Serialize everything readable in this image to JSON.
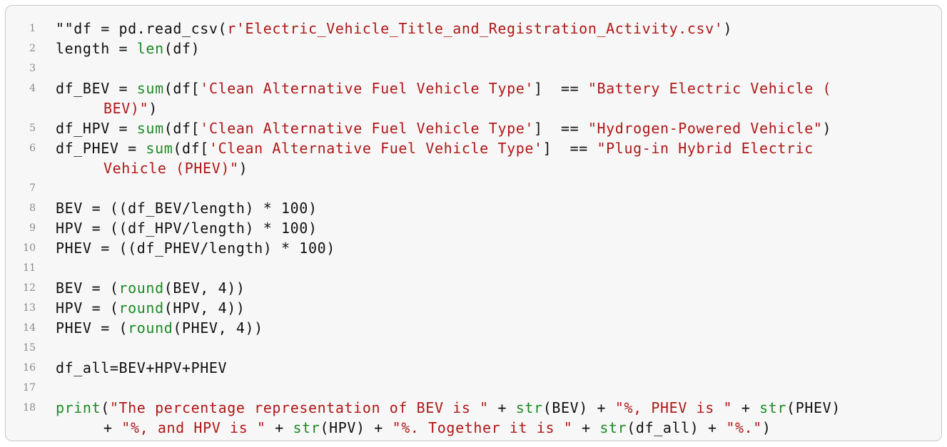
{
  "code": {
    "line_numbers": [
      "1",
      "2",
      "3",
      "4",
      "5",
      "6",
      "7",
      "8",
      "9",
      "10",
      "11",
      "12",
      "13",
      "14",
      "15",
      "16",
      "17",
      "18"
    ],
    "l1": {
      "a": "\"\"df = pd.read_csv(",
      "b": "r'Electric_Vehicle_Title_and_Registration_Activity.csv'",
      "c": ")"
    },
    "l2": {
      "a": "length = ",
      "b": "len",
      "c": "(df)"
    },
    "l4": {
      "a": "df_BEV = ",
      "b": "sum",
      "c": "(df[",
      "d": "'Clean Alternative Fuel Vehicle Type'",
      "e": "]  == ",
      "f": "\"Battery Electric Vehicle (",
      "g": "BEV)\"",
      "h": ")"
    },
    "l5": {
      "a": "df_HPV = ",
      "b": "sum",
      "c": "(df[",
      "d": "'Clean Alternative Fuel Vehicle Type'",
      "e": "]  == ",
      "f": "\"Hydrogen-Powered Vehicle\"",
      "g": ")"
    },
    "l6": {
      "a": "df_PHEV = ",
      "b": "sum",
      "c": "(df[",
      "d": "'Clean Alternative Fuel Vehicle Type'",
      "e": "]  == ",
      "f": "\"Plug-in Hybrid Electric",
      "g": "Vehicle (PHEV)\"",
      "h": ")"
    },
    "l8": "BEV = ((df_BEV/length) * 100)",
    "l9": "HPV = ((df_HPV/length) * 100)",
    "l10": "PHEV = ((df_PHEV/length) * 100)",
    "l12": {
      "a": "BEV = (",
      "b": "round",
      "c": "(BEV, 4))"
    },
    "l13": {
      "a": "HPV = (",
      "b": "round",
      "c": "(HPV, 4))"
    },
    "l14": {
      "a": "PHEV = (",
      "b": "round",
      "c": "(PHEV, 4))"
    },
    "l16": "df_all=BEV+HPV+PHEV",
    "l18": {
      "a": "print",
      "b": "(",
      "c": "\"The percentage representation of BEV is \"",
      "d": " + ",
      "e": "str",
      "f": "(BEV) + ",
      "g": "\"%, PHEV is \"",
      "h": " + ",
      "i": "str",
      "j": "(PHEV)",
      "k": "+ ",
      "l": "\"%, and HPV is \"",
      "m": " + ",
      "n": "str",
      "o": "(HPV) + ",
      "p": "\"%. Together it is \"",
      "q": " + ",
      "r": "str",
      "s": "(df_all) + ",
      "t": "\"%.\"",
      "u": ")"
    }
  }
}
